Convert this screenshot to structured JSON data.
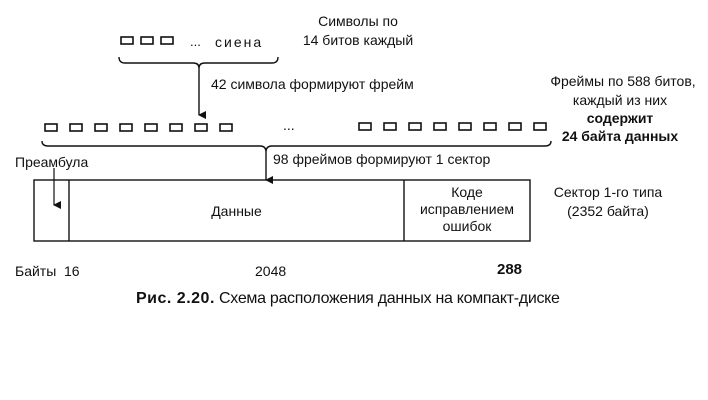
{
  "symbols_row": {
    "dots": "...",
    "example_word": "сиена",
    "label_line1": "Символы по",
    "label_line2": "14 битов каждый"
  },
  "frame_row": {
    "arrow_label": "42 символа формируют фрейм",
    "dots": "...",
    "label_line1": "Фреймы по 588 битов,",
    "label_line2": "каждый из них",
    "label_line3": "содержит",
    "label_line4": "24 байта данных"
  },
  "sector_row": {
    "arrow_label": "98 фреймов формируют 1 сектор",
    "preamble_label": "Преамбула",
    "data_label": "Данные",
    "ecc_line1": "Коде",
    "ecc_line2": "исправлением",
    "ecc_line3": "ошибок",
    "type_line1": "Сектор 1-го типа",
    "type_line2": "(2352 байта)"
  },
  "bytes_row": {
    "label": "Байты",
    "preamble_bytes": "16",
    "data_bytes": "2048",
    "ecc_bytes": "288"
  },
  "caption": {
    "number": "Рис. 2.20.",
    "text": "Схема расположения данных на компакт-диске"
  }
}
